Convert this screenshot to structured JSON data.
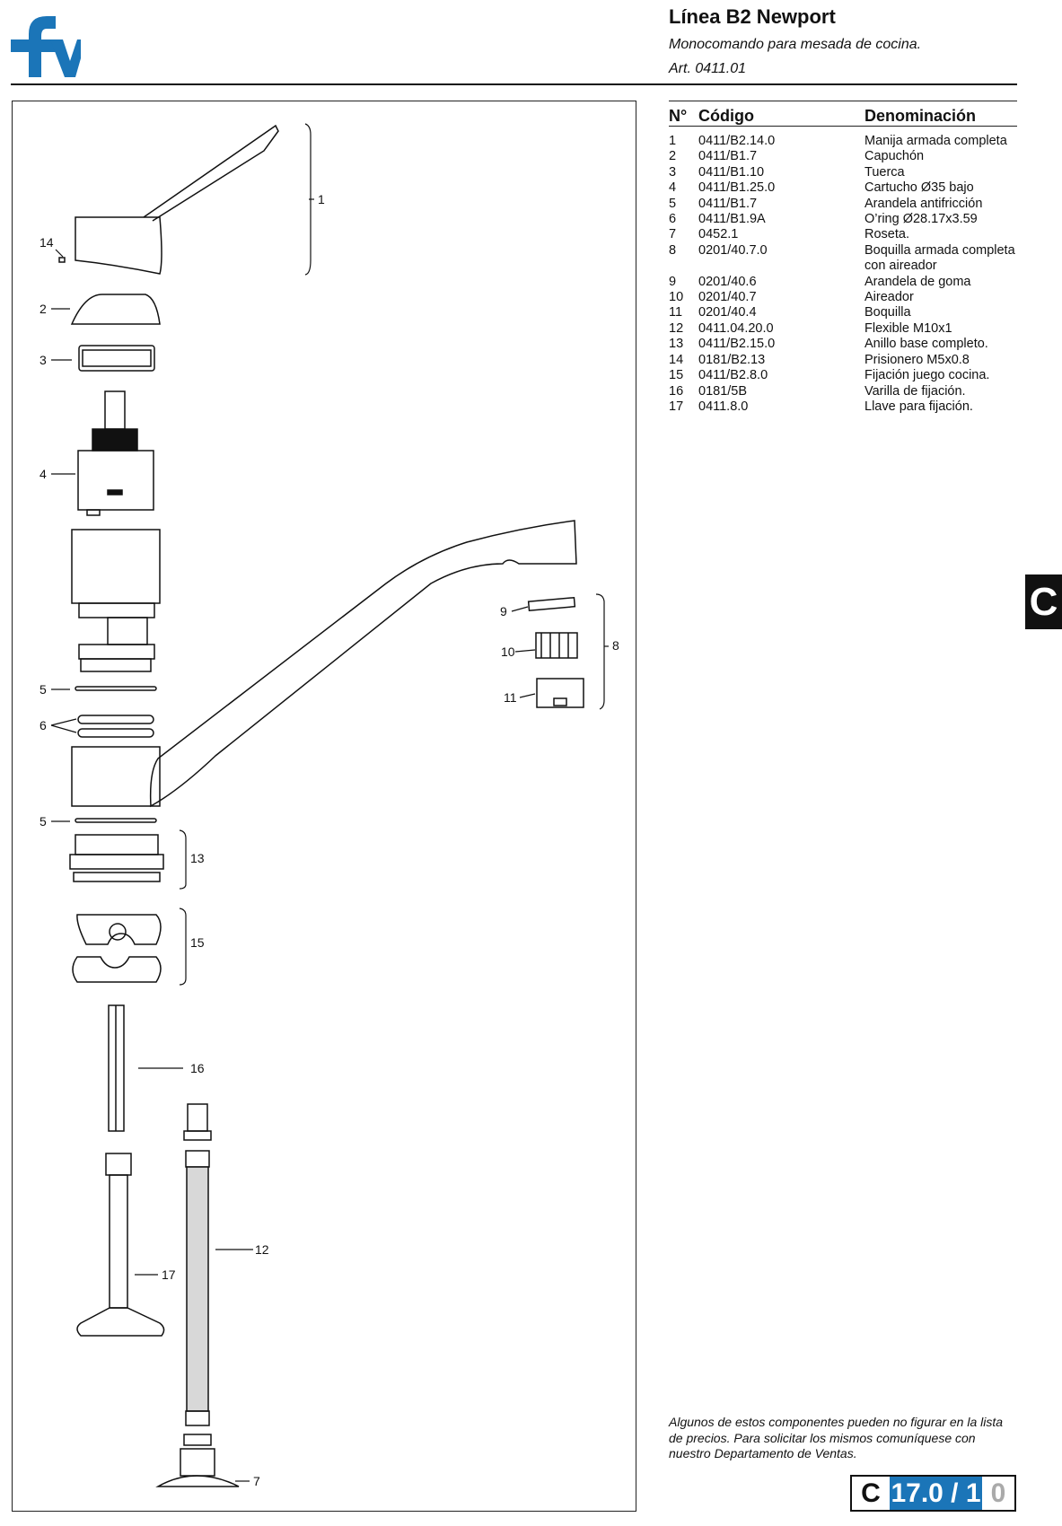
{
  "brand": {
    "logo_text": "fv",
    "color": "#1b75b8"
  },
  "header": {
    "title": "Línea B2 Newport",
    "subtitle": "Monocomando para mesada de cocina.",
    "article": "Art. 0411.01"
  },
  "table": {
    "headers": {
      "n": "N°",
      "code": "Código",
      "name": "Denominación"
    },
    "rows": [
      {
        "n": "1",
        "code": "0411/B2.14.0",
        "name": "Manija armada completa"
      },
      {
        "n": "2",
        "code": "0411/B1.7",
        "name": "Capuchón"
      },
      {
        "n": "3",
        "code": "0411/B1.10",
        "name": "Tuerca"
      },
      {
        "n": "4",
        "code": "0411/B1.25.0",
        "name": "Cartucho Ø35 bajo"
      },
      {
        "n": "5",
        "code": "0411/B1.7",
        "name": "Arandela antifricción"
      },
      {
        "n": "6",
        "code": "0411/B1.9A",
        "name": "O’ring Ø28.17x3.59"
      },
      {
        "n": "7",
        "code": "0452.1",
        "name": "Roseta."
      },
      {
        "n": "8",
        "code": "0201/40.7.0",
        "name": "Boquilla armada completa",
        "name2": "con aireador"
      },
      {
        "n": "9",
        "code": "0201/40.6",
        "name": "Arandela de goma"
      },
      {
        "n": "10",
        "code": "0201/40.7",
        "name": "Aireador"
      },
      {
        "n": "11",
        "code": "0201/40.4",
        "name": "Boquilla"
      },
      {
        "n": "12",
        "code": "0411.04.20.0",
        "name": "Flexible M10x1"
      },
      {
        "n": "13",
        "code": "0411/B2.15.0",
        "name": "Anillo base completo."
      },
      {
        "n": "14",
        "code": "0181/B2.13",
        "name": "Prisionero M5x0.8"
      },
      {
        "n": "15",
        "code": "0411/B2.8.0",
        "name": "Fijación juego cocina."
      },
      {
        "n": "16",
        "code": "0181/5B",
        "name": "Varilla de fijación."
      },
      {
        "n": "17",
        "code": "0411.8.0",
        "name": "Llave para fijación."
      }
    ]
  },
  "callouts": [
    "1",
    "14",
    "2",
    "3",
    "4",
    "5",
    "6",
    "5",
    "13",
    "15",
    "16",
    "17",
    "12",
    "7",
    "9",
    "10",
    "11",
    "8"
  ],
  "note": "Algunos de estos componentes pueden no figurar en la lista de precios. Para solicitar los mismos comuníquese con nuestro Departamento de Ventas.",
  "side_tab": "C",
  "page": {
    "section": "C",
    "number": "17.0 / 1",
    "revision": "0"
  }
}
